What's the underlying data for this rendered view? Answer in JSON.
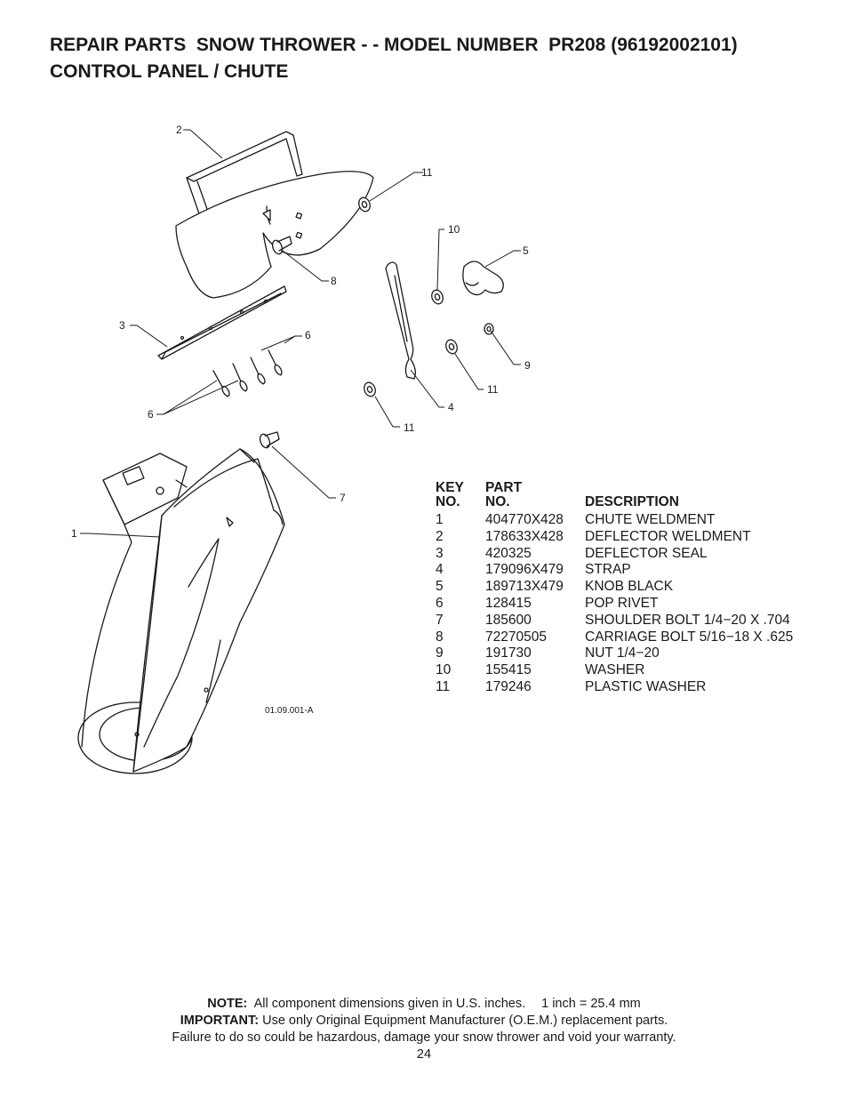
{
  "header": {
    "line1": "REPAIR PARTS  SNOW THROWER - - MODEL NUMBER  PR208 (96192002101)",
    "line2": "CONTROL PANEL / CHUTE"
  },
  "diagram": {
    "drawing_number": "01.09.001-A",
    "callouts": {
      "c1": "1",
      "c2": "2",
      "c3": "3",
      "c4": "4",
      "c5": "5",
      "c6a": "6",
      "c6b": "6",
      "c7": "7",
      "c8": "8",
      "c9": "9",
      "c10": "10",
      "c11a": "11",
      "c11b": "11",
      "c11c": "11"
    }
  },
  "parts_list": {
    "headers": {
      "key_line1": "KEY",
      "key_line2": "NO.",
      "part_line1": "PART",
      "part_line2": "NO.",
      "description": "DESCRIPTION"
    },
    "rows": [
      {
        "key": "1",
        "part": "404770X428",
        "desc": "CHUTE WELDMENT"
      },
      {
        "key": "2",
        "part": "178633X428",
        "desc": "DEFLECTOR WELDMENT"
      },
      {
        "key": "3",
        "part": "420325",
        "desc": "DEFLECTOR SEAL"
      },
      {
        "key": "4",
        "part": "179096X479",
        "desc": "STRAP"
      },
      {
        "key": "5",
        "part": "189713X479",
        "desc": "KNOB BLACK"
      },
      {
        "key": "6",
        "part": "128415",
        "desc": "POP RIVET"
      },
      {
        "key": "7",
        "part": "185600",
        "desc": "SHOULDER BOLT 1/4−20 X .704"
      },
      {
        "key": "8",
        "part": "72270505",
        "desc": "CARRIAGE BOLT 5/16−18 X .625"
      },
      {
        "key": "9",
        "part": "191730",
        "desc": "NUT 1/4−20"
      },
      {
        "key": "10",
        "part": "155415",
        "desc": "WASHER"
      },
      {
        "key": "11",
        "part": "179246",
        "desc": "PLASTIC WASHER"
      }
    ]
  },
  "footer": {
    "note_label": "NOTE:",
    "note_text": "All component dimensions given in U.S. inches.",
    "conversion": "1 inch = 25.4 mm",
    "important_label": "IMPORTANT:",
    "important_text": "Use only Original Equipment Manufacturer (O.E.M.) replacement parts.",
    "warning": "Failure to do so could be hazardous, damage your snow thrower and void your warranty.",
    "page_number": "24"
  }
}
